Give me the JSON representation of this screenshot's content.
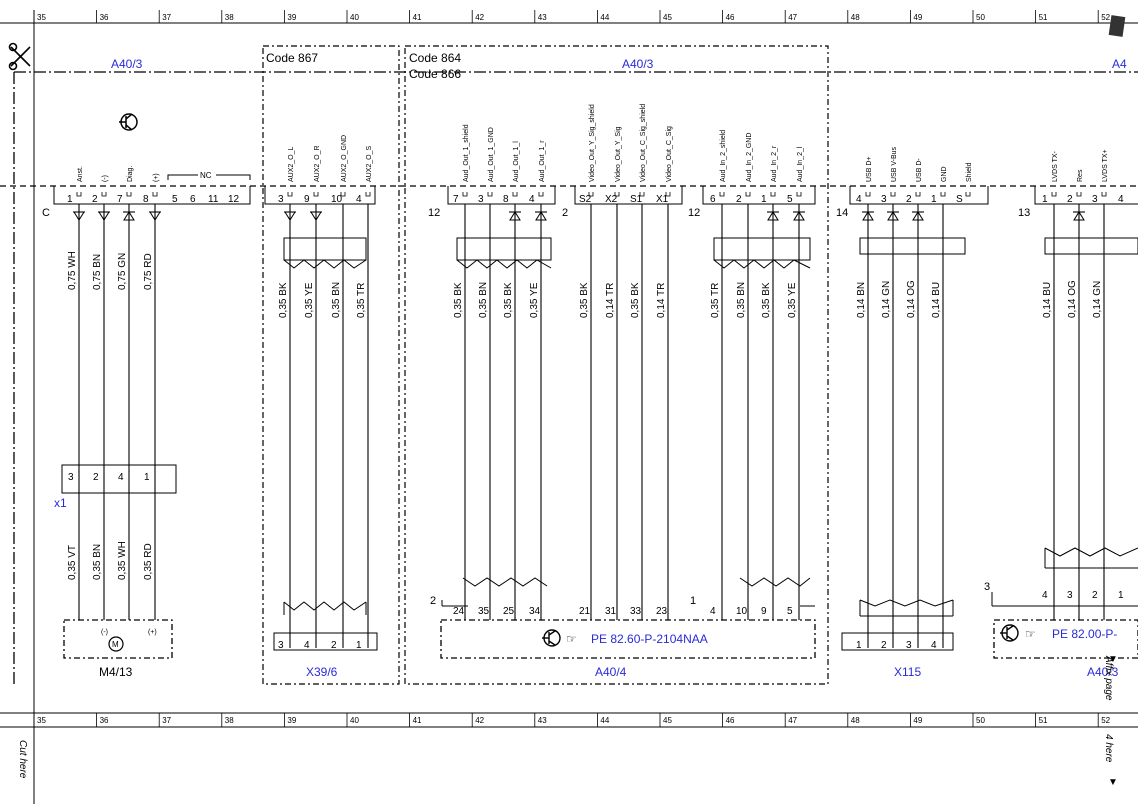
{
  "ruler_numbers": [
    "35",
    "36",
    "37",
    "38",
    "39",
    "40",
    "41",
    "42",
    "43",
    "44",
    "45",
    "46",
    "47",
    "48",
    "49",
    "50",
    "51",
    "52"
  ],
  "module_labels": {
    "left": "A40/3",
    "middle": "A40/3",
    "right": "A4"
  },
  "codes": {
    "code_867": "Code 867",
    "code_864": "Code 864",
    "code_866": "Code 866"
  },
  "connector_c": {
    "letter": "C",
    "signals": [
      "Anst.",
      "(-)",
      "Diag.",
      "(+)"
    ],
    "pins": [
      "1",
      "2",
      "7",
      "8",
      "5",
      "6",
      "11",
      "12"
    ],
    "nc": "NC",
    "wires": [
      "0,75 WH",
      "0,75 BN",
      "0,75 GN",
      "0,75 RD"
    ]
  },
  "x1": {
    "label": "x1",
    "pins": [
      "3",
      "2",
      "4",
      "1"
    ],
    "wires": [
      "0,35 VT",
      "0,35 BN",
      "0,35 WH",
      "0,35 RD"
    ]
  },
  "m4_13": {
    "label": "M4/13",
    "minus": "(-)",
    "plus": "(+)",
    "motor": "M"
  },
  "aux": {
    "signals": [
      "AUX2_O_L",
      "AUX2_O_R",
      "AUX2_O_GND",
      "AUX2_O_S"
    ],
    "pins": [
      "3",
      "9",
      "10",
      "4"
    ],
    "wires": [
      "0,35 BK",
      "0,35 YE",
      "0,35 BN",
      "0,35 TR"
    ],
    "bottom_pins": [
      "3",
      "4",
      "2",
      "1"
    ],
    "label": "X39/6"
  },
  "audio_out": {
    "connector_no": "12",
    "signals": [
      "Aud_Out_1_shield",
      "Aud_Out_1_GND",
      "Aud_Out_1_l",
      "Aud_Out_1_r"
    ],
    "pins": [
      "7",
      "3",
      "8",
      "4"
    ],
    "wires": [
      "0,35 BK",
      "0,35 BN",
      "0,35 BK",
      "0,35 YE"
    ],
    "bottom_pins": [
      "24",
      "35",
      "25",
      "34"
    ]
  },
  "video": {
    "connector_no": "2",
    "signals": [
      "Video_Out_Y_Sig_shield",
      "Video_Out_Y_Sig",
      "Video_Out_C_Sig_shield",
      "Video_Out_C_Sig"
    ],
    "pins": [
      "S2",
      "X2",
      "S1",
      "X1"
    ],
    "wires": [
      "0,35 BK",
      "0,14 TR",
      "0,35 BK",
      "0,14 TR"
    ],
    "bottom_pins": [
      "21",
      "31",
      "33",
      "23"
    ]
  },
  "audio_in": {
    "connector_no": "12",
    "signals": [
      "Aud_In_2_shield",
      "Aud_In_2_GND",
      "Aud_In_2_r",
      "Aud_In_2_l"
    ],
    "pins": [
      "6",
      "2",
      "1",
      "5"
    ],
    "wires": [
      "0,35 TR",
      "0,35 BN",
      "0,35 BK",
      "0,35 YE"
    ],
    "bottom_pins": [
      "4",
      "10",
      "9",
      "5"
    ]
  },
  "a40_4": {
    "left_no": "2",
    "right_no": "1",
    "ref": "PE 82.60-P-2104NAA",
    "label": "A40/4"
  },
  "usb": {
    "connector_no": "14",
    "signals": [
      "USB D+",
      "USB V-Bus",
      "USB D-",
      "GND",
      "Shield"
    ],
    "pins": [
      "4",
      "3",
      "2",
      "1",
      "S"
    ],
    "wires": [
      "0,14 BN",
      "0,14 GN",
      "0,14 OG",
      "0,14 BU"
    ],
    "bottom_pins": [
      "1",
      "2",
      "3",
      "4"
    ],
    "label": "X115"
  },
  "lvds": {
    "connector_no": "13",
    "signals": [
      "LVDS TX-",
      "Res",
      "LVDS TX+"
    ],
    "pins": [
      "1",
      "2",
      "3",
      "4"
    ],
    "wires": [
      "0,14 BU",
      "0,14 OG",
      "0,14 GN"
    ],
    "bottom_no": "3",
    "bottom_pins": [
      "4",
      "3",
      "2",
      "1"
    ],
    "ref": "PE 82.00-P-",
    "label": "A40/3"
  },
  "margin": {
    "cut_here": "Cut here",
    "affix_1": "Affix page",
    "affix_2": "4 here"
  }
}
